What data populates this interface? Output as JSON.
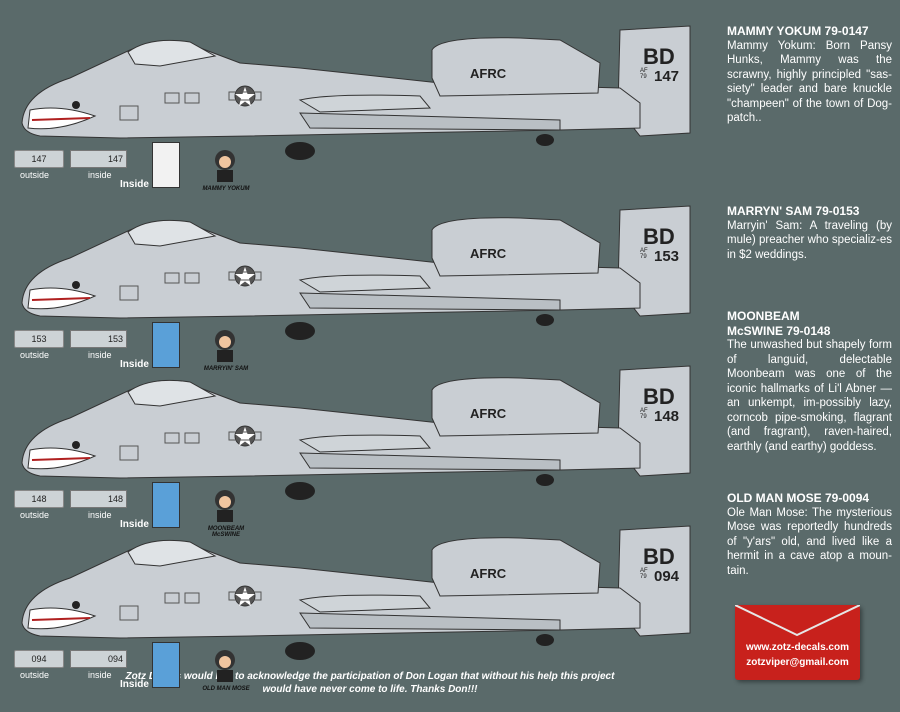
{
  "colors": {
    "background": "#5a6a6a",
    "aircraft_grey": "#c9ced3",
    "envelope": "#c8211c"
  },
  "aircraft": [
    {
      "code": "BD",
      "serial": "147",
      "serial_prefix": "AF 79",
      "tag_outside": "147",
      "tag_inside": "147",
      "label_outside": "outside",
      "label_inside": "inside",
      "label_inside_art": "Inside",
      "nose_art_caption": "MAMMY YOKUM",
      "title": "MAMMY YOKUM  79-0147",
      "body": "Mammy Yokum: Born Pansy Hunks, Mammy was the scrawny, highly principled \"sas-siety\" leader and bare knuckle \"champeen\" of the town of Dog-patch.."
    },
    {
      "code": "BD",
      "serial": "153",
      "serial_prefix": "AF 79",
      "tag_outside": "153",
      "tag_inside": "153",
      "label_outside": "outside",
      "label_inside": "inside",
      "label_inside_art": "Inside",
      "nose_art_caption": "MARRYIN' SAM",
      "title": "MARRYN' SAM 79-0153",
      "body": "Marryin' Sam: A traveling (by mule) preacher who specializ-es in $2 weddings."
    },
    {
      "code": "BD",
      "serial": "148",
      "serial_prefix": "AF 79",
      "tag_outside": "148",
      "tag_inside": "148",
      "label_outside": "outside",
      "label_inside": "inside",
      "label_inside_art": "Inside",
      "nose_art_caption": "MOONBEAM McSWINE",
      "title": "MOONBEAM McSWINE 79-0148",
      "body": "The unwashed but shapely form of languid, delectable Moonbeam was one of the iconic hallmarks of Li'l Abner — an unkempt, im-possibly lazy, corncob pipe-smoking, flagrant (and fragrant), raven-haired, earthly (and earthy) goddess."
    },
    {
      "code": "BD",
      "serial": "094",
      "serial_prefix": "AF 79",
      "tag_outside": "094",
      "tag_inside": "094",
      "label_outside": "outside",
      "label_inside": "inside",
      "label_inside_art": "Inside",
      "nose_art_caption": "OLD MAN MOSE",
      "title": "OLD MAN MOSE  79-0094",
      "body": "Ole Man Mose: The mysterious Mose was reportedly hundreds of \"y'ars\" old, and lived like a hermit in a cave atop a moun-tain."
    }
  ],
  "engine_text": "AFRC",
  "footer": "Zotz Decals would like to acknowledge the participation of  Don Logan that without his help this project would have never come to life. Thanks Don!!!",
  "contact": {
    "website": "www.zotz-decals.com",
    "email": "zotzviper@gmail.com"
  }
}
